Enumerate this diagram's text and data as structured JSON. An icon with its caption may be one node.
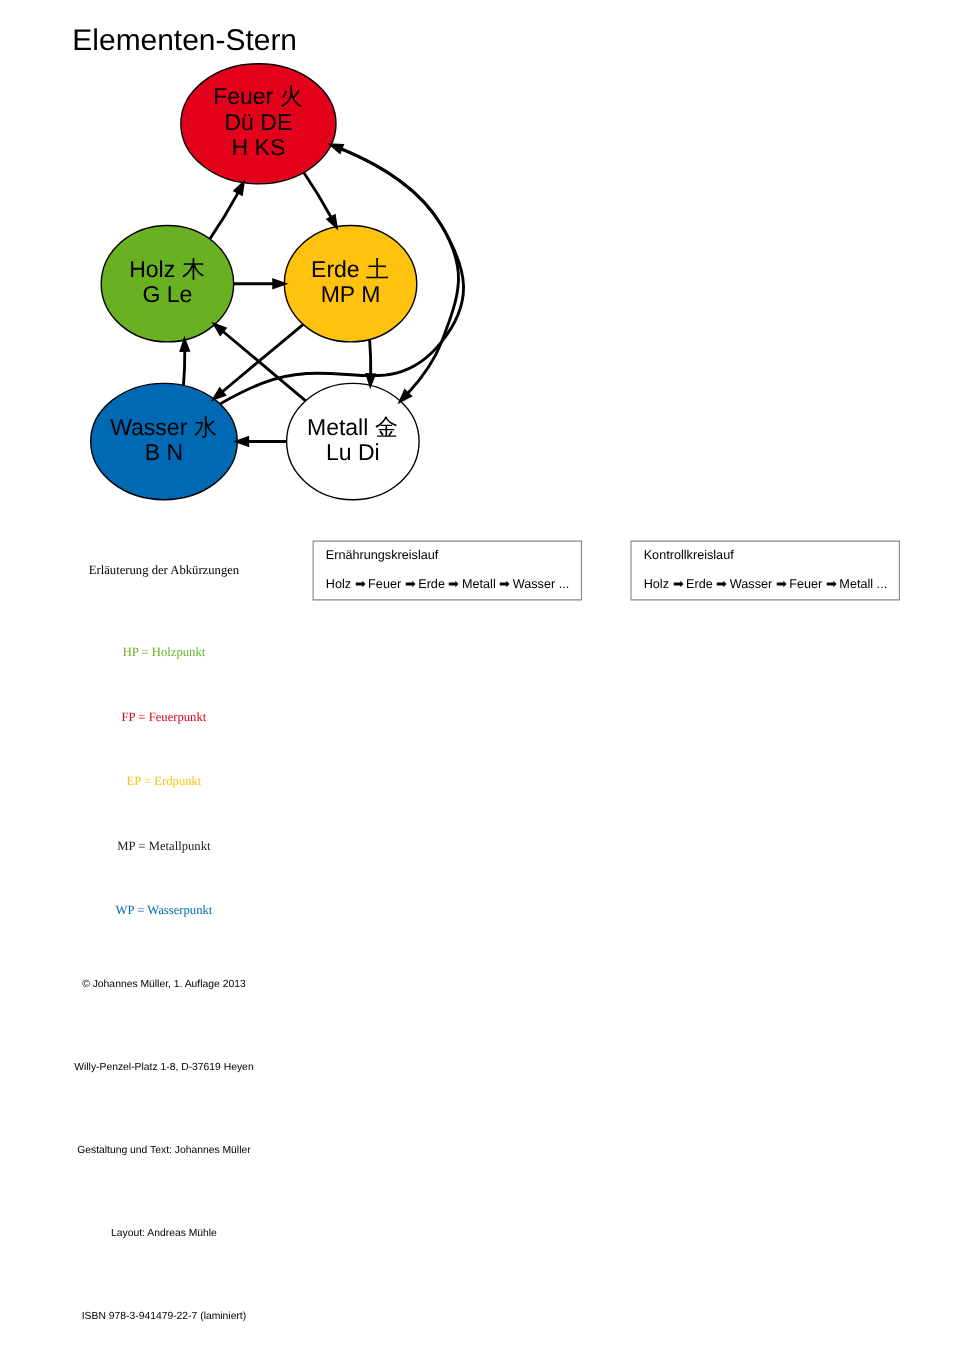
{
  "diagram": {
    "title": "Elementen-Stern",
    "nodes": [
      {
        "text": [
          "Feuer 火",
          "Dü DE",
          "H KS"
        ]
      },
      {
        "text": [
          "Holz 木",
          "G Le"
        ]
      },
      {
        "text": [
          "Erde 土",
          "MP M"
        ]
      },
      {
        "text": [
          "Wasser 水",
          "B N"
        ]
      },
      {
        "text": [
          "Metall 金",
          "Lu Di"
        ]
      },
      {
        "text": [
          "Ernährungskreislauf",
          "Holz ➡ Feuer ➡ Erde ➡ Metall ➡ Wasser ..."
        ]
      },
      {
        "text": [
          "Kontrollkreislauf",
          "Holz ➡ Erde ➡ Wasser ➡ Feuer ➡ Metall ..."
        ]
      }
    ],
    "edges": [
      {
        "from": 1,
        "to": 0,
        "arrow": "to"
      },
      {
        "from": 0,
        "to": 2,
        "arrow": "to"
      },
      {
        "from": 2,
        "to": 4,
        "arrow": "to"
      },
      {
        "from": 4,
        "to": 3,
        "arrow": "to"
      },
      {
        "from": 3,
        "to": 1,
        "arrow": "to"
      },
      {
        "from": 1,
        "to": 2,
        "arrow": "to"
      },
      {
        "from": 2,
        "to": 3,
        "arrow": "to"
      },
      {
        "from": 3,
        "to": 0,
        "arrow": "to"
      },
      {
        "from": 0,
        "to": 4,
        "arrow": "to"
      },
      {
        "from": 4,
        "to": 1,
        "arrow": "to"
      }
    ],
    "labels": [
      "Erläuterung der Abkürzungen",
      "© Johannes Müller, 1. Auflage 2013",
      "Willy-Penzel-Platz 1-8, D-37619 Heyen",
      "Gestaltung und Text: Johannes Müller",
      "Layout: Andreas Mühle",
      "ISBN 978-3-941479-22-7 (laminiert)"
    ],
    "legend": [
      {
        "text": "HP = Holzpunkt",
        "color": "#6ab023"
      },
      {
        "text": "FP = Feuerpunkt",
        "color": "#e2001a"
      },
      {
        "text": "EP = Erdpunkt",
        "color": "#ffc20e"
      },
      {
        "text": "MP = Metallpunkt",
        "color": "#1a1a1a"
      },
      {
        "text": "WP = Wasserpunkt",
        "color": "#0069b4"
      }
    ]
  }
}
